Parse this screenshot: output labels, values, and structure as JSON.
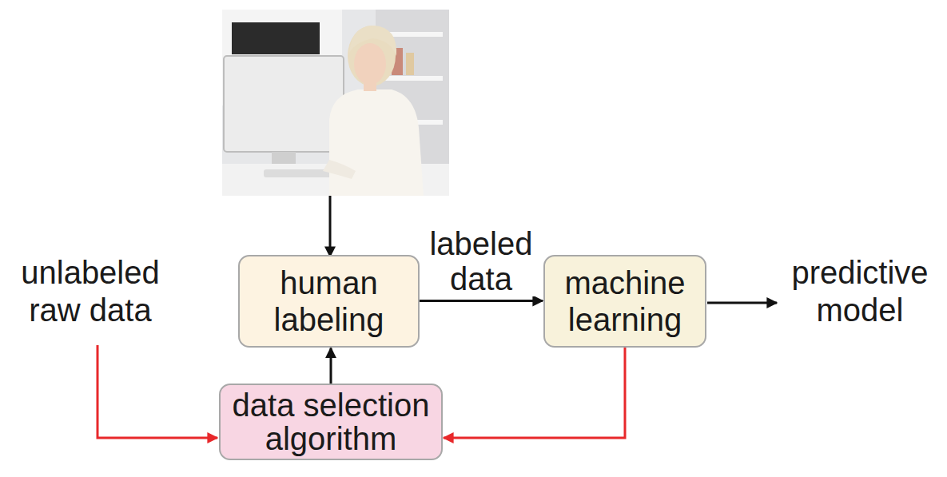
{
  "diagram": {
    "nodes": [
      {
        "text": [
          "human labeling"
        ]
      },
      {
        "text": [
          "machine learning"
        ]
      },
      {
        "text": [
          "data selection algorithm"
        ]
      }
    ],
    "edges": [
      {
        "from": 0,
        "to": 1,
        "label": "labeled data",
        "arrow": "to"
      },
      {
        "from": 2,
        "to": 0,
        "arrow": "to"
      },
      {
        "from": 1,
        "to": 2,
        "arrow": "to"
      }
    ],
    "labels": [
      "unlabeled raw data",
      "predictive model"
    ]
  }
}
